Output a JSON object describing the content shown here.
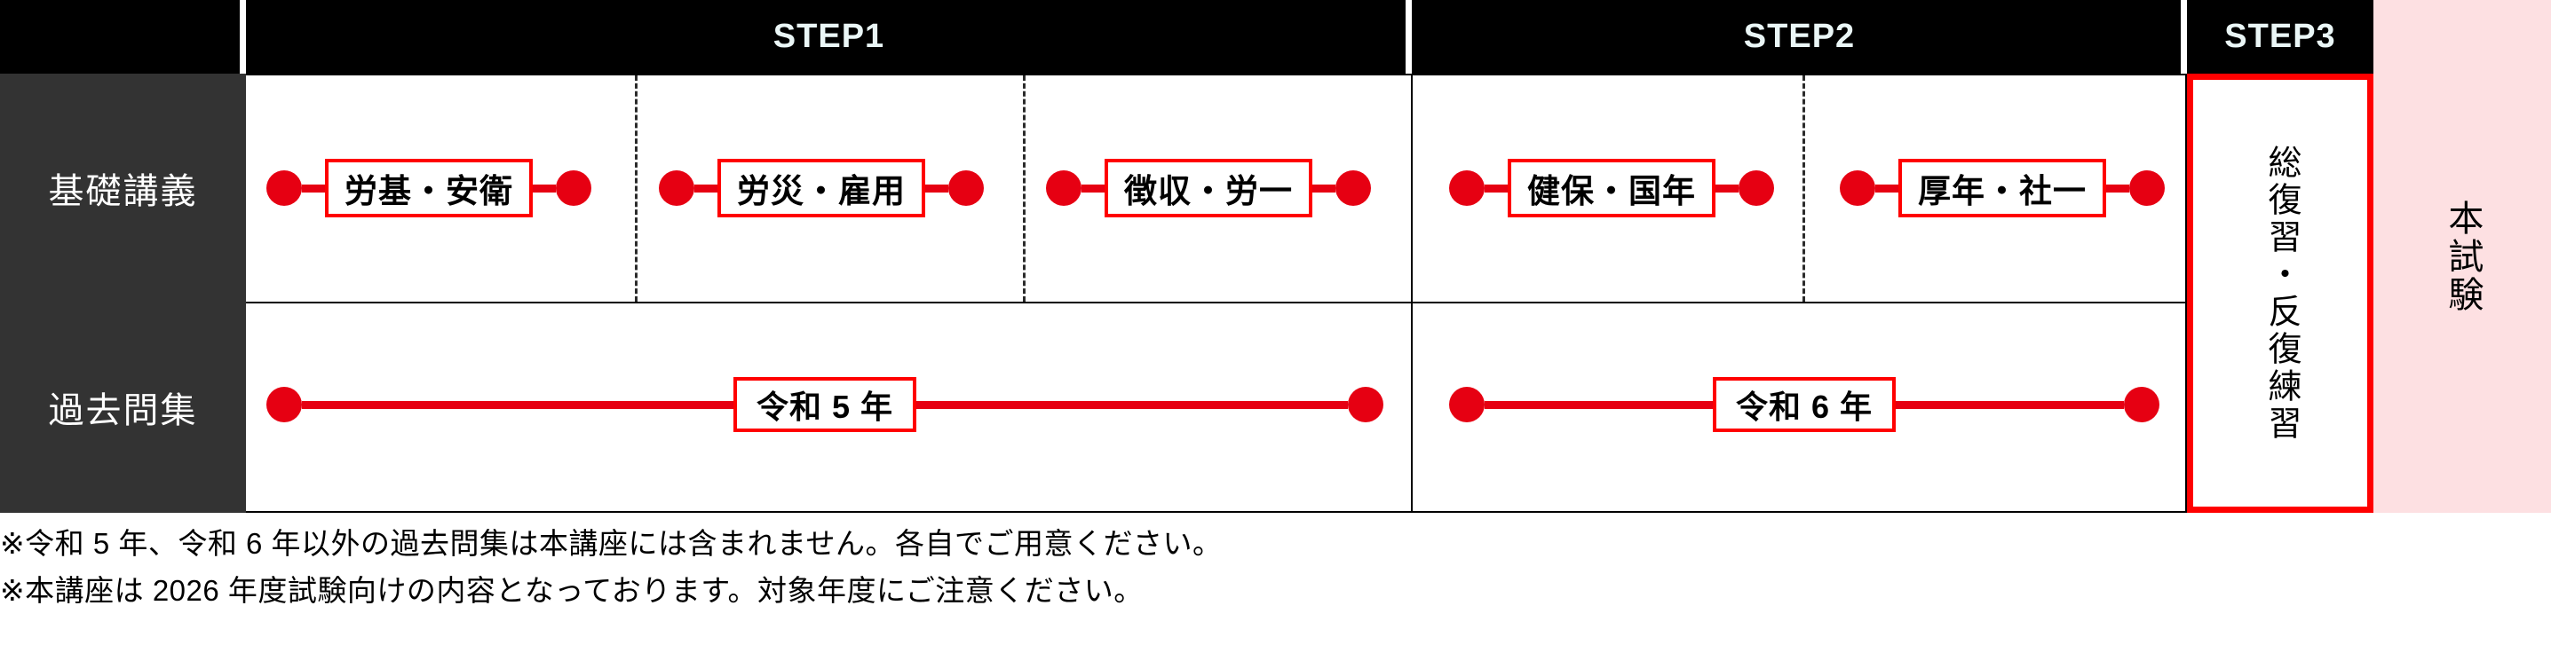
{
  "steps": [
    {
      "id": "step1",
      "label": "STEP1"
    },
    {
      "id": "step2",
      "label": "STEP2"
    },
    {
      "id": "step3",
      "label": "STEP3"
    }
  ],
  "rows": [
    {
      "id": "lecture",
      "label": "基礎講義"
    },
    {
      "id": "past-questions",
      "label": "過去問集"
    }
  ],
  "lectures": [
    {
      "step": "STEP1",
      "label": "労基・安衛"
    },
    {
      "step": "STEP1",
      "label": "労災・雇用"
    },
    {
      "step": "STEP1",
      "label": "徴収・労一"
    },
    {
      "step": "STEP2",
      "label": "健保・国年"
    },
    {
      "step": "STEP2",
      "label": "厚年・社一"
    }
  ],
  "year_bars": [
    {
      "step": "STEP1",
      "label": "令和 5 年"
    },
    {
      "step": "STEP2",
      "label": "令和 6 年"
    }
  ],
  "step3": {
    "label": "総復習・反復練習"
  },
  "exam": {
    "label": "本試験"
  },
  "notes": [
    "※令和 5 年、令和 6 年以外の過去問集は本講座には含まれません。各自でご用意ください。",
    "※本講座は 2026 年度試験向けの内容となっております。対象年度にご注意ください。"
  ],
  "colors": {
    "header_bg": "#000000",
    "header_text": "#eaf6f6",
    "sidebar_bg": "#333333",
    "sidebar_text": "#ffffff",
    "accent_red": "#ff0000",
    "dot_red": "#e60012",
    "exam_bg": "#fde0e2",
    "page_bg": "#ffffff"
  }
}
